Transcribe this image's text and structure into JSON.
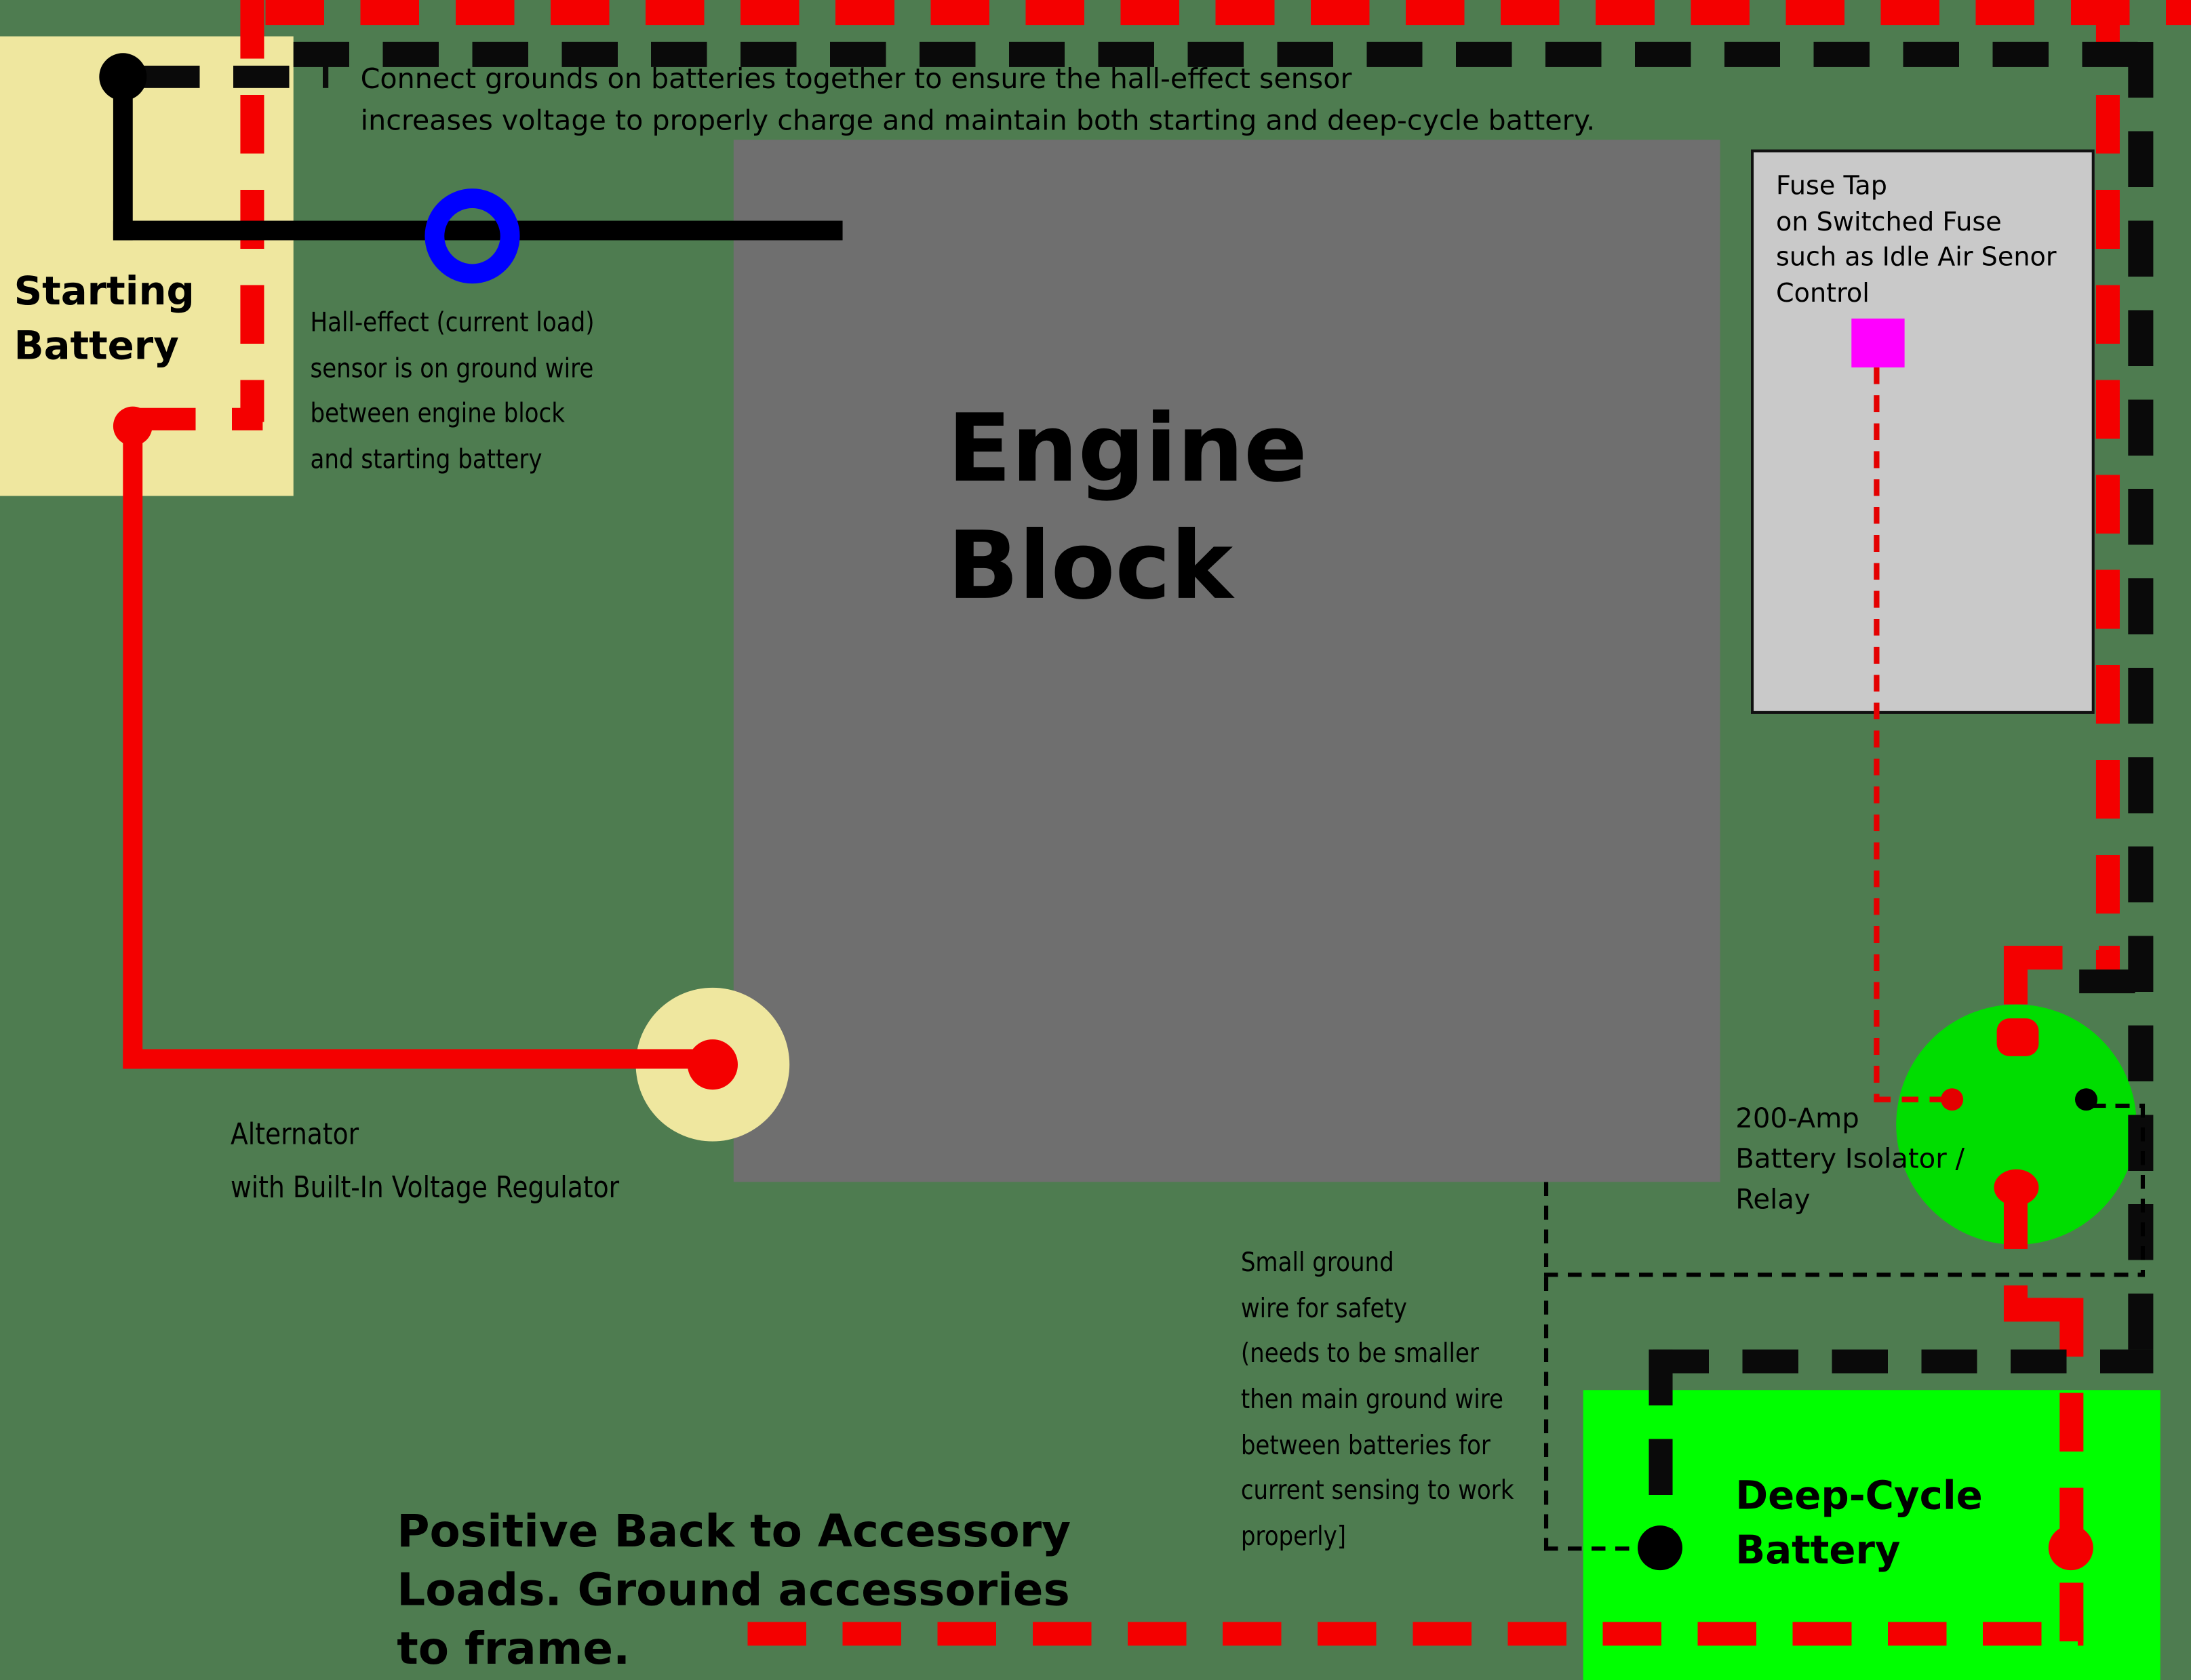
{
  "colors": {
    "background_green": "#4e7c50",
    "positive_wire_red": "#f40000",
    "ground_wire_black": "#0a0a0a",
    "battery_yellow": "#efe79f",
    "deep_cycle_green": "#00ff00",
    "isolator_green": "#00dd00",
    "engine_gray": "#6f6f6f",
    "fuse_panel_gray": "#c9c9c9",
    "fuse_tap_magenta": "#ff00ff",
    "hall_sensor_blue": "#0000ff"
  },
  "starting_battery": {
    "lines": [
      "Starting",
      "Battery"
    ]
  },
  "engine_block": {
    "lines": [
      "Engine",
      "Block"
    ]
  },
  "deep_cycle_battery": {
    "lines": [
      "Deep-Cycle",
      "Battery"
    ]
  },
  "fuse_tap": {
    "lines": [
      "Fuse Tap",
      "on Switched Fuse",
      "such as Idle Air Senor",
      "Control"
    ]
  },
  "isolator": {
    "lines": [
      "200-Amp",
      "Battery Isolator /",
      "Relay"
    ]
  },
  "alternator": {
    "lines": [
      "Alternator",
      "with Built-In Voltage Regulator"
    ]
  },
  "top_note": {
    "lines": [
      "Connect grounds on batteries together to ensure  the hall-effect sensor",
      "increases voltage to properly charge and maintain both starting and deep-cycle battery."
    ]
  },
  "hall_effect_note": {
    "lines": [
      "Hall-effect (current load)",
      "sensor is on ground wire",
      "between engine block",
      "and starting battery"
    ]
  },
  "small_ground_note": {
    "lines": [
      "Small ground",
      "wire for safety",
      "(needs to be smaller",
      "then main ground wire",
      "between batteries for",
      "current sensing to work",
      "properly]"
    ]
  },
  "bottom_note": {
    "lines": [
      "Positive Back to Accessory",
      "Loads. Ground accessories",
      "to frame."
    ]
  }
}
